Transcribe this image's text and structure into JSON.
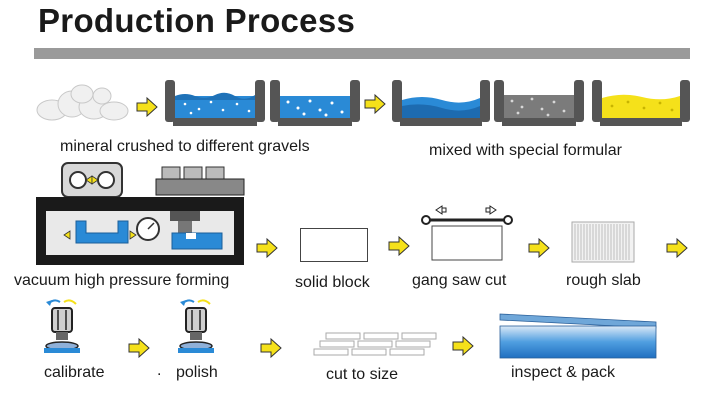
{
  "title": "Production Process",
  "colors": {
    "arrow": "#f5e11a",
    "arrow_stroke": "#333333",
    "blue": "#2a8ad6",
    "gray_mix": "#7b7b7b",
    "yellow": "#f5e11a",
    "title_bar": "#9a9a9a"
  },
  "labels": {
    "step1": "mineral crushed to different gravels",
    "step2": "mixed with special formular",
    "step3": "vacuum high pressure forming",
    "step4": "solid block",
    "step5": "gang saw cut",
    "step6": "rough slab",
    "step7": "calibrate",
    "step8": "polish",
    "step9": "cut to size",
    "step10": "inspect & pack"
  },
  "gauge_dot": "."
}
